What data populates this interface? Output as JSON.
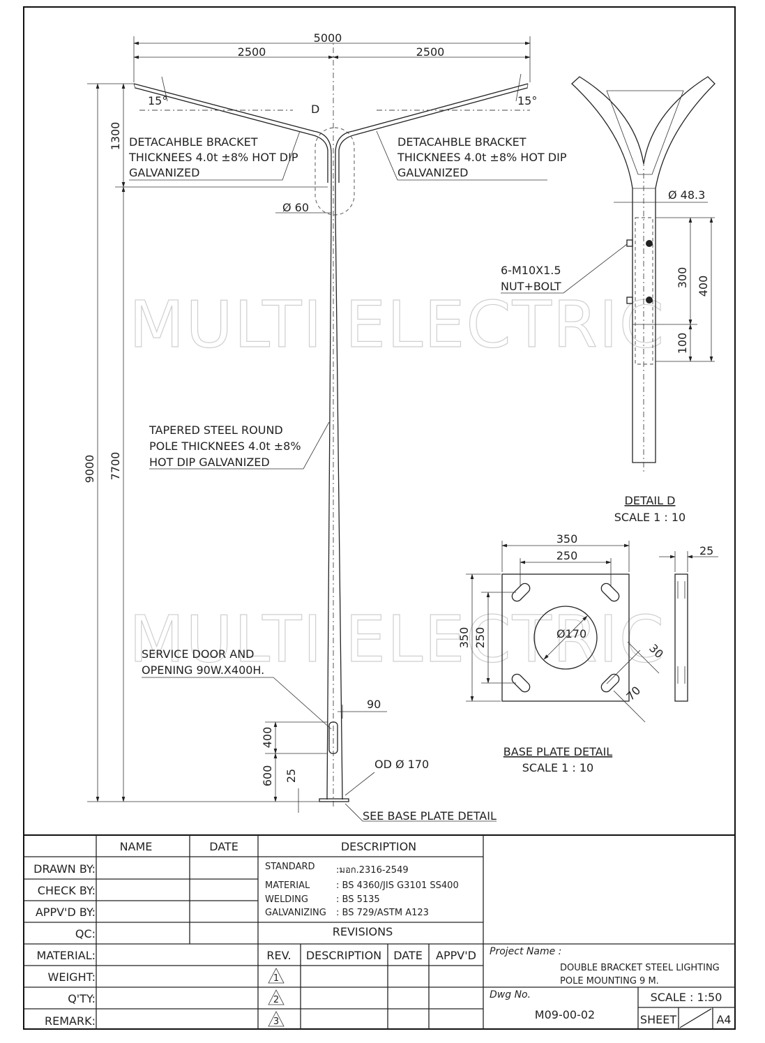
{
  "drawing": {
    "watermark": "MULTI ELECTRIC",
    "dims": {
      "overall_width": "5000",
      "half_left": "2500",
      "half_right": "2500",
      "angle_left": "15°",
      "angle_right": "15°",
      "total_height": "9000",
      "bracket_height": "1300",
      "pole_height": "7700",
      "top_dia": "Ø 60",
      "door_offset": "90",
      "door_height": "400",
      "door_base": "600",
      "plate_thk": "25",
      "base_od": "OD Ø 170"
    },
    "labels": {
      "detail_marker": "D",
      "bracket_left": [
        "DETACAHBLE BRACKET",
        "THICKNEES 4.0t ±8% HOT DIP",
        "GALVANIZED"
      ],
      "bracket_right": [
        "DETACAHBLE BRACKET",
        "THICKNEES 4.0t ±8% HOT DIP",
        "GALVANIZED"
      ],
      "pole": [
        "TAPERED STEEL ROUND",
        "POLE THICKNEES 4.0t ±8%",
        "HOT DIP GALVANIZED"
      ],
      "door": [
        "SERVICE DOOR AND",
        "OPENING 90W.X400H."
      ],
      "see_base": "SEE BASE PLATE DETAIL"
    },
    "detail_d": {
      "title": "DETAIL D",
      "scale": "SCALE 1 : 10",
      "dia": "Ø 48.3",
      "bolts": [
        "6-M10X1.5",
        "NUT+BOLT"
      ],
      "d300": "300",
      "d400": "400",
      "d100": "100"
    },
    "base_plate": {
      "title": "BASE PLATE DETAIL",
      "scale": "SCALE 1 : 10",
      "w350": "350",
      "w250": "250",
      "h350": "350",
      "h250": "250",
      "hole": "Ø170",
      "slot30": "30",
      "slot70": "70",
      "thk": "25"
    }
  },
  "title_block": {
    "headers": {
      "name": "NAME",
      "date": "DATE",
      "description": "DESCRIPTION"
    },
    "rows": [
      "DRAWN BY:",
      "CHECK BY:",
      "APPV'D BY:",
      "QC:",
      "MATERIAL:",
      "WEIGHT:",
      "Q'TY:",
      "REMARK:"
    ],
    "spec": {
      "standard_label": "STANDARD",
      "standard_value": ":มอก.2316-2549",
      "material_label": "MATERIAL",
      "material_value": ": BS 4360/JIS G3101 SS400",
      "welding_label": "WELDING",
      "welding_value": ": BS 5135",
      "galv_label": "GALVANIZING",
      "galv_value": ": BS 729/ASTM A123"
    },
    "revisions": {
      "title": "REVISIONS",
      "cols": [
        "REV.",
        "DESCRIPTION",
        "DATE",
        "APPV'D"
      ],
      "revs": [
        "1",
        "2",
        "3"
      ]
    },
    "project_label": "Project Name :",
    "project_name": [
      "DOUBLE  BRACKET STEEL LIGHTING",
      "POLE MOUNTING 9 M."
    ],
    "dwg_label": "Dwg No.",
    "dwg_no": "M09-00-02",
    "scale": "SCALE :  1:50",
    "sheet": "SHEET",
    "size": "A4"
  }
}
